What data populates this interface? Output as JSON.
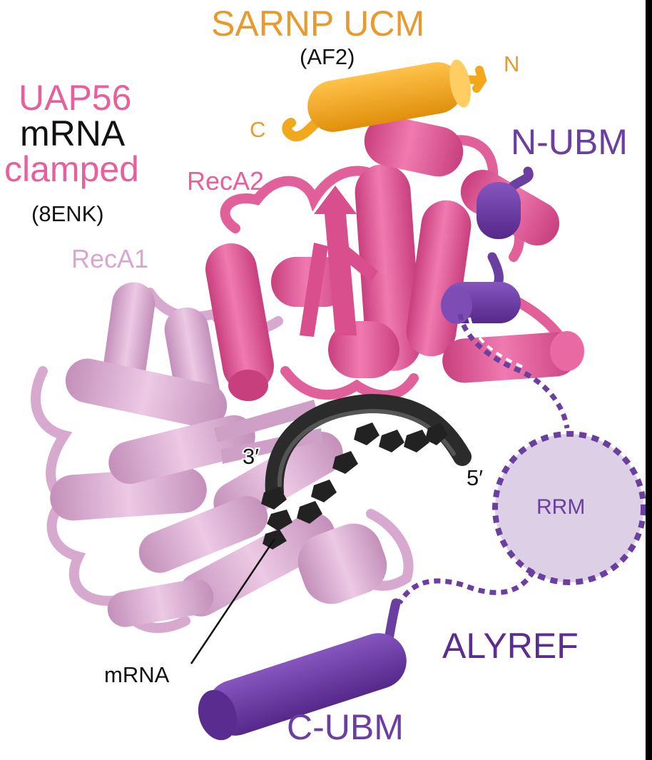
{
  "colors": {
    "uap56": "#e8609b",
    "uap56_dark": "#cf4684",
    "reca1": "#dcb0d4",
    "reca1_dark": "#c796bd",
    "sarnp": "#f2a81d",
    "sarnp_label": "#e89a2e",
    "alyref": "#6b3fa0",
    "alyref_label": "#5b2d8e",
    "rrm_fill": "#ddd0e6",
    "mrna": "#2b2b2b",
    "text": "#111111"
  },
  "labels": {
    "sarnp_title": "SARNP UCM",
    "sarnp_source": "(AF2)",
    "sarnp_n": "N",
    "sarnp_c": "C",
    "uap56_name": "UAP56",
    "uap56_mrna": "mRNA",
    "uap56_state": "clamped",
    "uap56_pdb": "(8ENK)",
    "reca2": "RecA2",
    "reca1": "RecA1",
    "n_ubm": "N-UBM",
    "three_prime": "3′",
    "five_prime": "5′",
    "rrm": "RRM",
    "alyref": "ALYREF",
    "mrna_pointer": "mRNA",
    "c_ubm": "C-UBM"
  }
}
